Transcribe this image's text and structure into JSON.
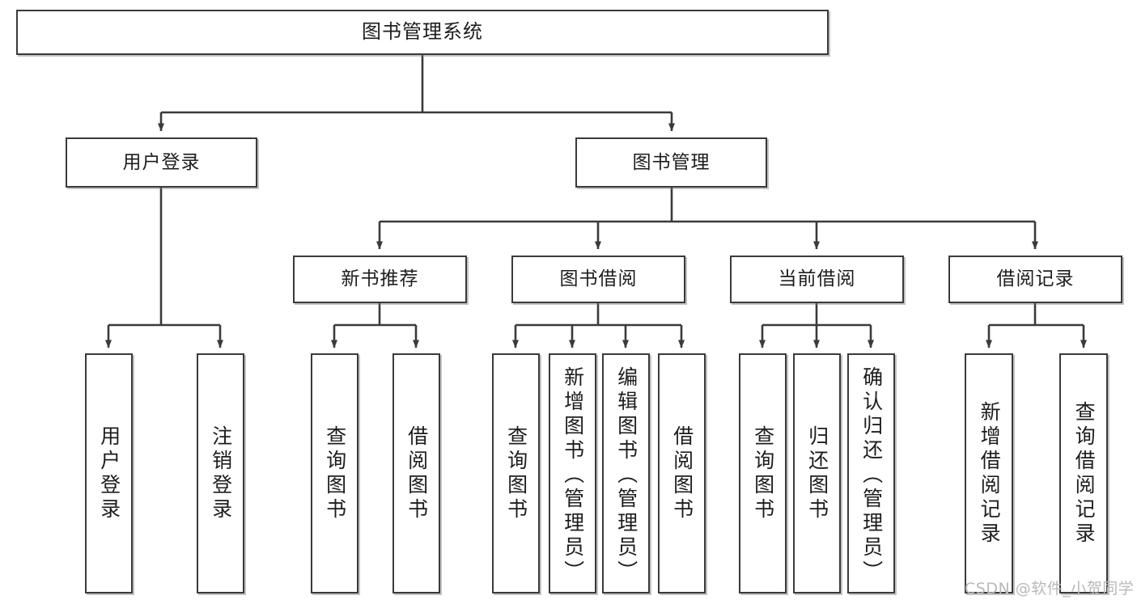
{
  "diagram": {
    "type": "tree",
    "title": "图书管理系统",
    "watermark": "CSDN @软件_小贺同学",
    "colors": {
      "box_border": "#3a3a3a",
      "box_fill": "#ffffff",
      "line": "#3a3a3a",
      "text": "#1d1d1d",
      "watermark": "#b9b9b9",
      "background": "#ffffff"
    },
    "levels": {
      "root": {
        "label": "图书管理系统"
      },
      "level2": [
        {
          "id": "user-login",
          "label": "用户登录"
        },
        {
          "id": "book-manage",
          "label": "图书管理"
        }
      ],
      "level3": [
        {
          "id": "new-book-recommend",
          "label": "新书推荐",
          "parent": "book-manage"
        },
        {
          "id": "book-borrow",
          "label": "图书借阅",
          "parent": "book-manage"
        },
        {
          "id": "current-borrow",
          "label": "当前借阅",
          "parent": "book-manage"
        },
        {
          "id": "borrow-record",
          "label": "借阅记录",
          "parent": "book-manage"
        }
      ],
      "leaves": [
        {
          "id": "leaf-user-login",
          "label": "用户登录",
          "parent": "user-login"
        },
        {
          "id": "leaf-logout",
          "label": "注销登录",
          "parent": "user-login"
        },
        {
          "id": "leaf-query-book-1",
          "label": "查询图书",
          "parent": "new-book-recommend"
        },
        {
          "id": "leaf-borrow-book-1",
          "label": "借阅图书",
          "parent": "new-book-recommend"
        },
        {
          "id": "leaf-query-book-2",
          "label": "查询图书",
          "parent": "book-borrow"
        },
        {
          "id": "leaf-add-book",
          "label": "新增图书（管理员）",
          "parent": "book-borrow"
        },
        {
          "id": "leaf-edit-book",
          "label": "编辑图书（管理员）",
          "parent": "book-borrow"
        },
        {
          "id": "leaf-borrow-book-2",
          "label": "借阅图书",
          "parent": "book-borrow"
        },
        {
          "id": "leaf-query-book-3",
          "label": "查询图书",
          "parent": "current-borrow"
        },
        {
          "id": "leaf-return-book",
          "label": "归还图书",
          "parent": "current-borrow"
        },
        {
          "id": "leaf-confirm-return",
          "label": "确认归还（管理员）",
          "parent": "current-borrow"
        },
        {
          "id": "leaf-add-record",
          "label": "新增借阅记录",
          "parent": "borrow-record"
        },
        {
          "id": "leaf-query-record",
          "label": "查询借阅记录",
          "parent": "borrow-record"
        }
      ]
    }
  }
}
